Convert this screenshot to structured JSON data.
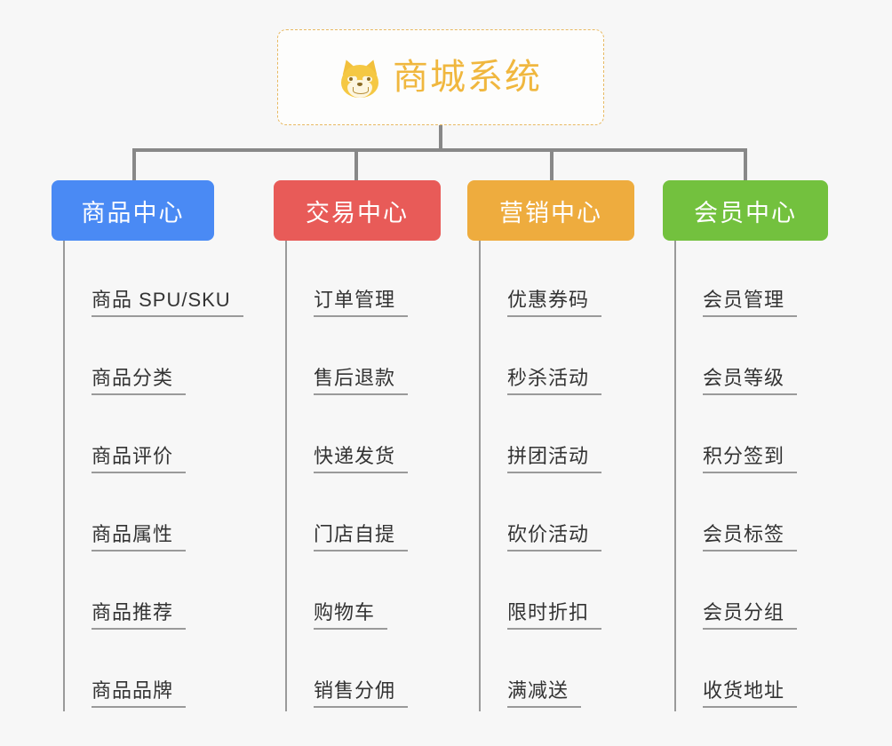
{
  "root": {
    "title": "商城系统",
    "icon": "shiba-dog-face-icon",
    "border_color": "#e8b962",
    "text_color": "#f0b73e"
  },
  "background_color": "#f7f7f7",
  "connector_color": "#888888",
  "branches": [
    {
      "label": "商品中心",
      "color": "#4a8af4",
      "color_class": "cat-blue",
      "items": [
        "商品 SPU/SKU",
        "商品分类",
        "商品评价",
        "商品属性",
        "商品推荐",
        "商品品牌"
      ]
    },
    {
      "label": "交易中心",
      "color": "#e85b58",
      "color_class": "cat-red",
      "items": [
        "订单管理",
        "售后退款",
        "快递发货",
        "门店自提",
        "购物车",
        "销售分佣"
      ]
    },
    {
      "label": "营销中心",
      "color": "#eeac3e",
      "color_class": "cat-orange",
      "items": [
        "优惠券码",
        "秒杀活动",
        "拼团活动",
        "砍价活动",
        "限时折扣",
        "满减送"
      ]
    },
    {
      "label": "会员中心",
      "color": "#73c13e",
      "color_class": "cat-green",
      "items": [
        "会员管理",
        "会员等级",
        "积分签到",
        "会员标签",
        "会员分组",
        "收货地址"
      ]
    }
  ]
}
